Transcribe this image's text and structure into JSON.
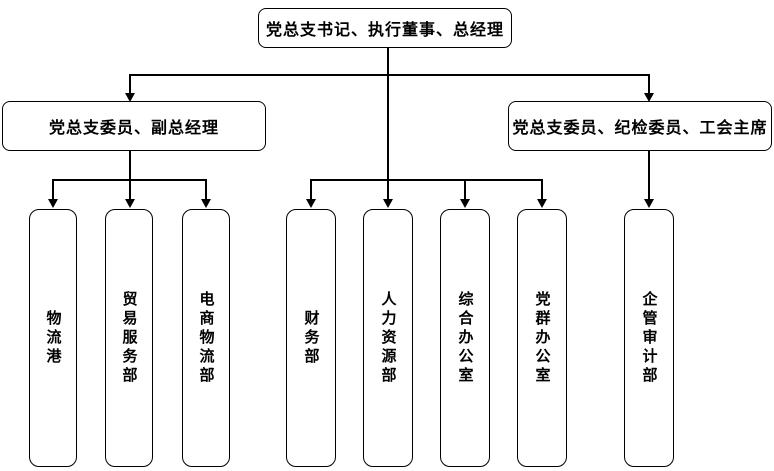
{
  "page": {
    "background": "#ffffff"
  },
  "colors": {
    "line": "#000000",
    "node_border": "#000000",
    "node_fill": "#ffffff",
    "text": "#000000"
  },
  "org_chart": {
    "type": "organization-flowchart",
    "root": {
      "label": "党总支书记、执行董事、总经理"
    },
    "managers": [
      {
        "label": "党总支委员、副总经理",
        "reports_to": "党总支书记、执行董事、总经理"
      },
      {
        "label": "党总支委员、纪检委员、工会主席",
        "reports_to": "党总支书记、执行董事、总经理"
      }
    ],
    "departments": [
      {
        "label": "物流港",
        "reports_to": "党总支委员、副总经理"
      },
      {
        "label": "贸易服务部",
        "reports_to": "党总支委员、副总经理"
      },
      {
        "label": "电商物流部",
        "reports_to": "党总支委员、副总经理"
      },
      {
        "label": "财务部",
        "reports_to": "党总支书记、执行董事、总经理"
      },
      {
        "label": "人力资源部",
        "reports_to": "党总支书记、执行董事、总经理"
      },
      {
        "label": "综合办公室",
        "reports_to": "党总支书记、执行董事、总经理"
      },
      {
        "label": "党群办公室",
        "reports_to": "党总支书记、执行董事、总经理"
      },
      {
        "label": "企管审计部",
        "reports_to": "党总支委员、纪检委员、工会主席"
      }
    ]
  }
}
